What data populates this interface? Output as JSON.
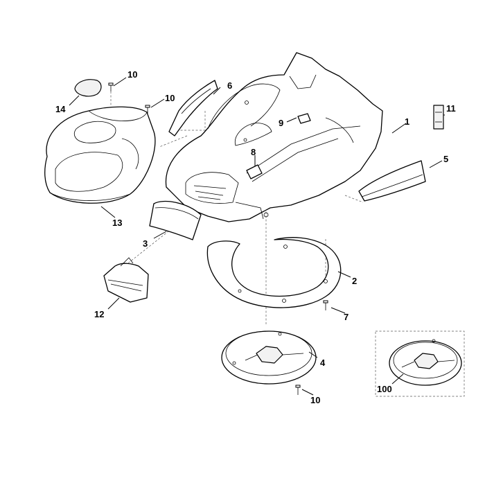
{
  "callouts": {
    "c1": "1",
    "c2": "2",
    "c3": "3",
    "c4": "4",
    "c5": "5",
    "c6": "6",
    "c7": "7",
    "c8": "8",
    "c9": "9",
    "c10a": "10",
    "c10b": "10",
    "c10c": "10",
    "c11": "11",
    "c12": "12",
    "c13": "13",
    "c14": "14",
    "c100": "100"
  },
  "colors": {
    "line": "#000000",
    "fill": "#ffffff",
    "light_fill": "#f2f2f2"
  }
}
